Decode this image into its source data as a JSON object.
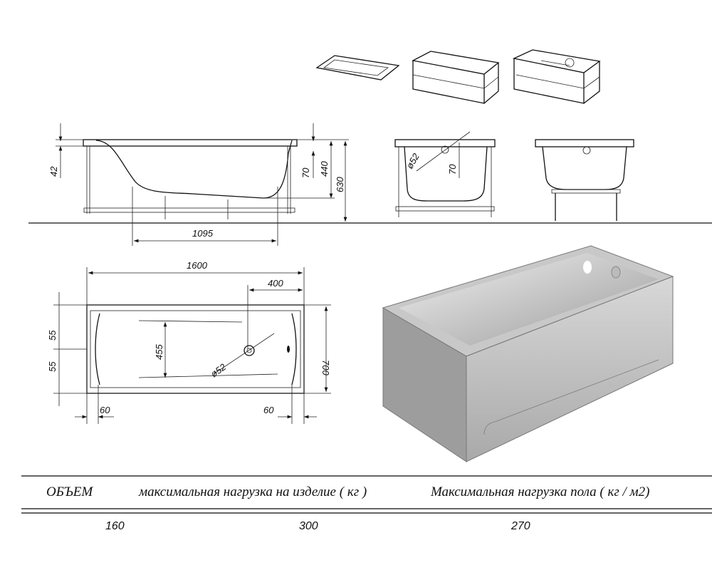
{
  "dimensions": {
    "d42": "42",
    "d70": "70",
    "d440": "440",
    "d630": "630",
    "d1095": "1095",
    "d52_side": "ø52",
    "d70_side": "70",
    "d1600": "1600",
    "d400": "400",
    "d455": "455",
    "d52_top": "ø52",
    "d700": "700",
    "d55a": "55",
    "d55b": "55",
    "d60a": "60",
    "d60b": "60"
  },
  "table": {
    "headers": [
      "ОБЪЕМ",
      "максимальная нагрузка на изделие ( кг )",
      "Максимальная нагрузка пола ( кг / м2)"
    ],
    "values": [
      "160",
      "300",
      "270"
    ]
  }
}
